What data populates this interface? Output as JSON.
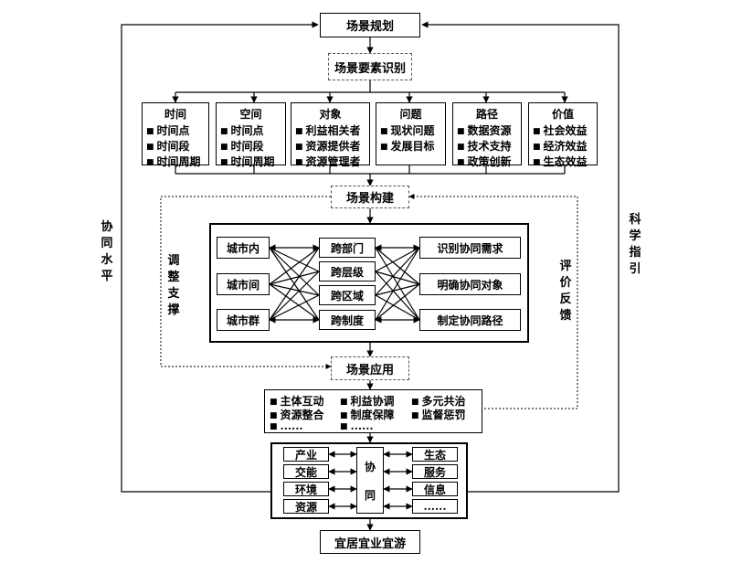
{
  "top": {
    "planning": "场景规划",
    "identify": "场景要素识别",
    "build": "场景构建",
    "apply": "场景应用",
    "bottom": "宜居宜业宜游"
  },
  "categories": [
    {
      "head": "时间",
      "items": [
        "时间点",
        "时间段",
        "时间周期"
      ]
    },
    {
      "head": "空间",
      "items": [
        "时间点",
        "时间段",
        "时间周期"
      ]
    },
    {
      "head": "对象",
      "items": [
        "利益相关者",
        "资源提供者",
        "资源管理者"
      ]
    },
    {
      "head": "问题",
      "items": [
        "现状问题",
        "发展目标"
      ]
    },
    {
      "head": "路径",
      "items": [
        "数据资源",
        "技术支持",
        "政策创新"
      ]
    },
    {
      "head": "价值",
      "items": [
        "社会效益",
        "经济效益",
        "生态效益"
      ]
    }
  ],
  "build": {
    "left": [
      "城市内",
      "城市间",
      "城市群"
    ],
    "mid": [
      "跨部门",
      "跨层级",
      "跨区域",
      "跨制度"
    ],
    "right": [
      "识别协同需求",
      "明确协同对象",
      "制定协同路径"
    ]
  },
  "side_labels": {
    "far_left": "协同水平",
    "far_right": "科学指引",
    "inner_left": "调整支撑",
    "inner_right": "评价反馈"
  },
  "apply_items": [
    "主体互动",
    "利益协调",
    "多元共治",
    "资源整合",
    "制度保障",
    "监督惩罚",
    "......",
    "......"
  ],
  "apply_dots": "......",
  "synergy": {
    "left": [
      "产业",
      "交能",
      "环境",
      "资源"
    ],
    "center": [
      "协",
      "同"
    ],
    "right": [
      "生态",
      "服务",
      "信息",
      "......"
    ]
  }
}
